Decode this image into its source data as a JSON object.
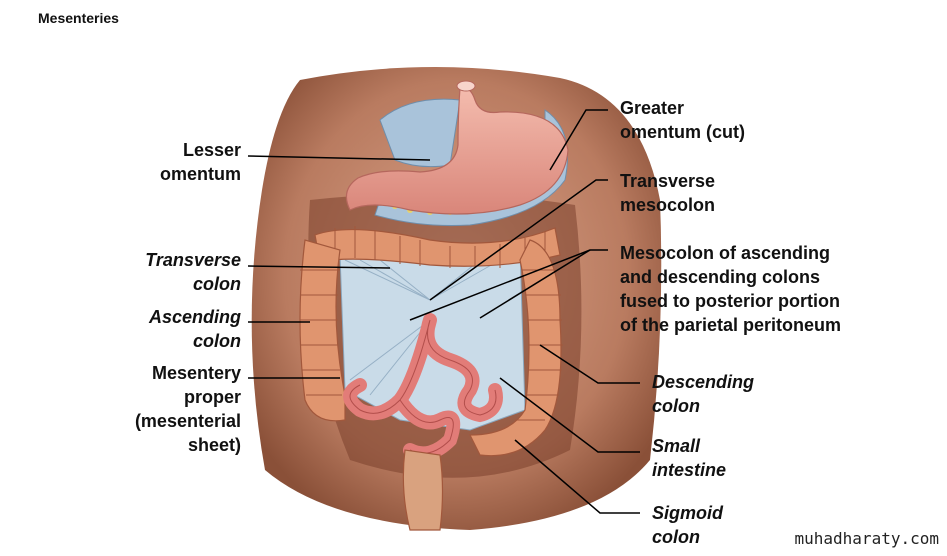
{
  "title": "Mesenteries",
  "labels": {
    "lesser_omentum": [
      "Lesser",
      "omentum"
    ],
    "transverse_colon": [
      "Transverse",
      "colon"
    ],
    "ascending_colon": [
      "Ascending",
      "colon"
    ],
    "mesentery_proper": [
      "Mesentery",
      "proper",
      "(mesenterial",
      "sheet)"
    ],
    "greater_omentum": [
      "Greater",
      "omentum (cut)"
    ],
    "transverse_mesocolon": [
      "Transverse",
      "mesocolon"
    ],
    "mesocolon_fused": [
      "Mesocolon of ascending",
      "and descending colons",
      "fused to posterior portion",
      "of the parietal peritoneum"
    ],
    "descending_colon": [
      "Descending",
      "colon"
    ],
    "small_intestine": [
      "Small",
      "intestine"
    ],
    "sigmoid_colon": [
      "Sigmoid",
      "colon"
    ]
  },
  "watermark": "muhadharaty.com",
  "colors": {
    "skin": "#c98e72",
    "skin_dark": "#9a5a42",
    "stomach": "#eaa393",
    "colon": "#e0956f",
    "mesentery": "#c9dbe8",
    "small_intestine": "#e27c78"
  }
}
